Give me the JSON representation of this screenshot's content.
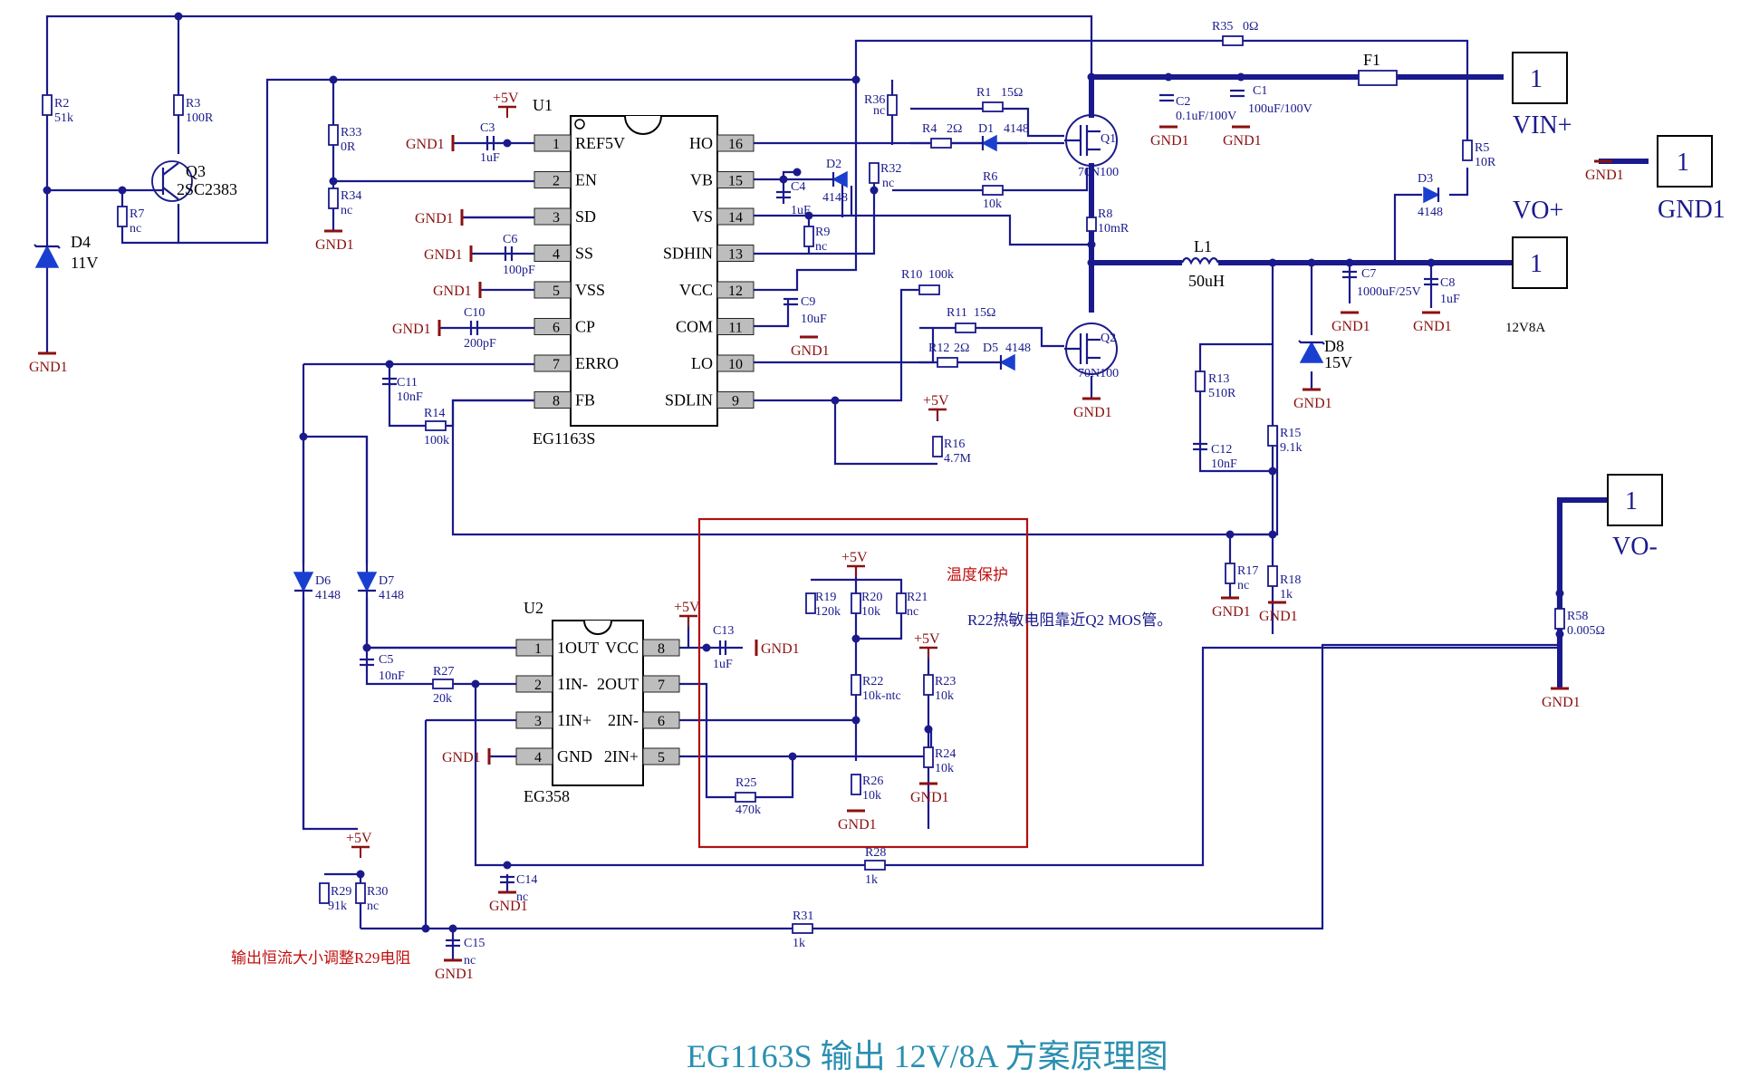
{
  "title": "EG1163S 输出 12V/8A 方案原理图",
  "ics": {
    "u1": {
      "ref": "U1",
      "part": "EG1163S",
      "left": [
        {
          "n": "1",
          "name": "REF5V"
        },
        {
          "n": "2",
          "name": "EN"
        },
        {
          "n": "3",
          "name": "SD"
        },
        {
          "n": "4",
          "name": "SS"
        },
        {
          "n": "5",
          "name": "VSS"
        },
        {
          "n": "6",
          "name": "CP"
        },
        {
          "n": "7",
          "name": "ERRO"
        },
        {
          "n": "8",
          "name": "FB"
        }
      ],
      "right": [
        {
          "n": "16",
          "name": "HO"
        },
        {
          "n": "15",
          "name": "VB"
        },
        {
          "n": "14",
          "name": "VS"
        },
        {
          "n": "13",
          "name": "SDHIN"
        },
        {
          "n": "12",
          "name": "VCC"
        },
        {
          "n": "11",
          "name": "COM"
        },
        {
          "n": "10",
          "name": "LO"
        },
        {
          "n": "9",
          "name": "SDLIN"
        }
      ]
    },
    "u2": {
      "ref": "U2",
      "part": "EG358",
      "left": [
        {
          "n": "1",
          "name": "1OUT"
        },
        {
          "n": "2",
          "name": "1IN-"
        },
        {
          "n": "3",
          "name": "1IN+"
        },
        {
          "n": "4",
          "name": "GND"
        }
      ],
      "right": [
        {
          "n": "8",
          "name": "VCC"
        },
        {
          "n": "7",
          "name": "2OUT"
        },
        {
          "n": "6",
          "name": "2IN-"
        },
        {
          "n": "5",
          "name": "2IN+"
        }
      ]
    }
  },
  "terminals": {
    "vin": {
      "num": "1",
      "name": "VIN+"
    },
    "gnd": {
      "num": "1",
      "name": "GND1"
    },
    "vo": {
      "num": "1",
      "name": "VO+"
    },
    "vom": {
      "num": "1",
      "name": "VO-"
    }
  },
  "spec": "12V8A",
  "notes": {
    "temp_title": "温度保护",
    "temp_note": "R22热敏电阻靠近Q2 MOS管。",
    "current_note": "输出恒流大小调整R29电阻"
  },
  "nets": {
    "gnd": "GND1",
    "v5": "+5V"
  },
  "components": {
    "r2": {
      "ref": "R2",
      "val": "51k"
    },
    "r3": {
      "ref": "R3",
      "val": "100R"
    },
    "r7": {
      "ref": "R7",
      "val": "nc"
    },
    "q3": {
      "ref": "Q3",
      "val": "2SC2383"
    },
    "d4": {
      "ref": "D4",
      "val": "11V"
    },
    "r33": {
      "ref": "R33",
      "val": "0R"
    },
    "r34": {
      "ref": "R34",
      "val": "nc"
    },
    "c3": {
      "ref": "C3",
      "val": "1uF"
    },
    "c6": {
      "ref": "C6",
      "val": "100pF"
    },
    "c10": {
      "ref": "C10",
      "val": "200pF"
    },
    "c11": {
      "ref": "C11",
      "val": "10nF"
    },
    "r14": {
      "ref": "R14",
      "val": "100k"
    },
    "r36": {
      "ref": "R36",
      "val": "nc"
    },
    "r1": {
      "ref": "R1",
      "val": "15Ω"
    },
    "r4": {
      "ref": "R4",
      "val": "2Ω"
    },
    "d1": {
      "ref": "D1",
      "val": "4148"
    },
    "d2": {
      "ref": "D2",
      "val": "4148"
    },
    "r32": {
      "ref": "R32",
      "val": "nc"
    },
    "c4": {
      "ref": "C4",
      "val": "1uF"
    },
    "r9": {
      "ref": "R9",
      "val": "nc"
    },
    "r6": {
      "ref": "R6",
      "val": "10k"
    },
    "c9": {
      "ref": "C9",
      "val": "10uF"
    },
    "r10": {
      "ref": "R10",
      "val": "100k"
    },
    "r11": {
      "ref": "R11",
      "val": "15Ω"
    },
    "r12": {
      "ref": "R12",
      "val": "2Ω"
    },
    "d5": {
      "ref": "D5",
      "val": "4148"
    },
    "r16": {
      "ref": "R16",
      "val": "4.7M"
    },
    "q1": {
      "ref": "Q1",
      "val": "70N100"
    },
    "q2": {
      "ref": "Q2",
      "val": "70N100"
    },
    "r8": {
      "ref": "R8",
      "val": "10mR"
    },
    "r35": {
      "ref": "R35",
      "val": "0Ω"
    },
    "f1": {
      "ref": "F1",
      "val": ""
    },
    "c2": {
      "ref": "C2",
      "val": "0.1uF/100V"
    },
    "c1": {
      "ref": "C1",
      "val": "100uF/100V"
    },
    "r5": {
      "ref": "R5",
      "val": "10R"
    },
    "d3": {
      "ref": "D3",
      "val": "4148"
    },
    "l1": {
      "ref": "L1",
      "val": "50uH"
    },
    "c7": {
      "ref": "C7",
      "val": "1000uF/25V"
    },
    "c8": {
      "ref": "C8",
      "val": "1uF"
    },
    "d8": {
      "ref": "D8",
      "val": "15V"
    },
    "r13": {
      "ref": "R13",
      "val": "510R"
    },
    "c12": {
      "ref": "C12",
      "val": "10nF"
    },
    "r15": {
      "ref": "R15",
      "val": "9.1k"
    },
    "r17": {
      "ref": "R17",
      "val": "nc"
    },
    "r18": {
      "ref": "R18",
      "val": "1k"
    },
    "r58": {
      "ref": "R58",
      "val": "0.005Ω"
    },
    "d6": {
      "ref": "D6",
      "val": "4148"
    },
    "d7": {
      "ref": "D7",
      "val": "4148"
    },
    "c5": {
      "ref": "C5",
      "val": "10nF"
    },
    "r27": {
      "ref": "R27",
      "val": "20k"
    },
    "c13": {
      "ref": "C13",
      "val": "1uF"
    },
    "r19": {
      "ref": "R19",
      "val": "120k"
    },
    "r20": {
      "ref": "R20",
      "val": "10k"
    },
    "r21": {
      "ref": "R21",
      "val": "nc"
    },
    "r22": {
      "ref": "R22",
      "val": "10k-ntc"
    },
    "r23": {
      "ref": "R23",
      "val": "10k"
    },
    "r24": {
      "ref": "R24",
      "val": "10k"
    },
    "r25": {
      "ref": "R25",
      "val": "470k"
    },
    "r26": {
      "ref": "R26",
      "val": "10k"
    },
    "r28": {
      "ref": "R28",
      "val": "1k"
    },
    "c14": {
      "ref": "C14",
      "val": "nc"
    },
    "r29": {
      "ref": "R29",
      "val": "91k"
    },
    "r30": {
      "ref": "R30",
      "val": "nc"
    },
    "c15": {
      "ref": "C15",
      "val": "nc"
    },
    "r31": {
      "ref": "R31",
      "val": "1k"
    }
  }
}
